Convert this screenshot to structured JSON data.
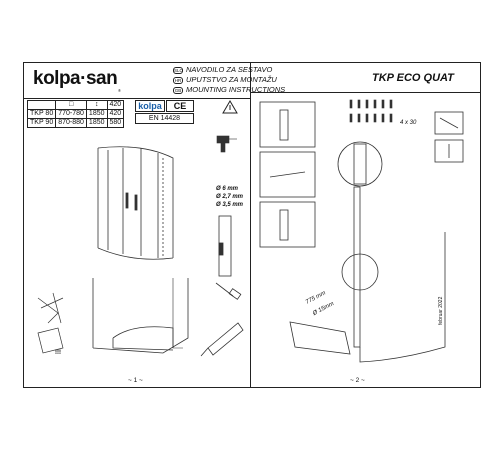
{
  "brand": {
    "name": "kolpa·san",
    "tm": "®"
  },
  "languages": [
    {
      "code": "SLO",
      "text": "NAVODILO ZA SESTAVO"
    },
    {
      "code": "HR",
      "text": "UPUTSTVO ZA MONTAŽU"
    },
    {
      "code": "GB",
      "text": "MOUNTING INSTRUCTIONS"
    }
  ],
  "product": {
    "title": "TKP ECO  QUAT"
  },
  "size_table": {
    "header": [
      "",
      "□",
      "↕",
      "420"
    ],
    "rows": [
      [
        "TKP 80",
        "770-780",
        "1850",
        "420"
      ],
      [
        "TKP 90",
        "870-880",
        "1850",
        "580"
      ]
    ]
  },
  "certification": {
    "logo": "kolpa",
    "mark": "CE",
    "standard": "EN 14428"
  },
  "drill_specs": [
    "Ø 6 mm",
    "Ø 2,7 mm",
    "Ø 3,5 mm"
  ],
  "hardware": {
    "count_label": "4 x 30"
  },
  "measures": {
    "height": "775 mm",
    "diameter": "Ø 15mm"
  },
  "pages": {
    "left": "~ 1 ~",
    "right": "~ 2 ~"
  },
  "date_note": "februar 2022",
  "warning_marks": "!!!"
}
